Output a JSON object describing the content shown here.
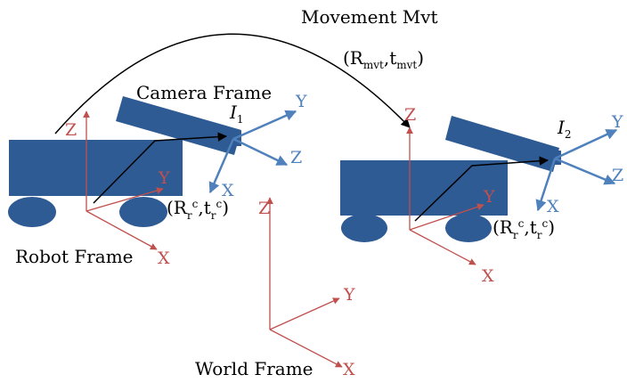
{
  "colors": {
    "robot_body": "#2E5B94",
    "robot_frame_axes": "#C0504D",
    "camera_frame_axes": "#4F81BD",
    "arrows": "#000000",
    "text": "#000000"
  },
  "labels": {
    "movement_title": "Movement Mvt",
    "movement_param": {
      "open": "(R",
      "sub_r": "mvt",
      "comma": ",t",
      "sub_t": "mvt",
      "close": ")"
    },
    "camera_frame": "Camera Frame",
    "robot_frame": "Robot Frame",
    "world_frame": "World  Frame",
    "image_1": {
      "base": "I",
      "sub": "1"
    },
    "image_2": {
      "base": "I",
      "sub": "2"
    },
    "extrinsic": {
      "open": "(R",
      "sub": "r",
      "sup": "c",
      "comma": ",t",
      "close": ")"
    }
  },
  "axes": {
    "x": "X",
    "y": "Y",
    "z": "Z"
  }
}
